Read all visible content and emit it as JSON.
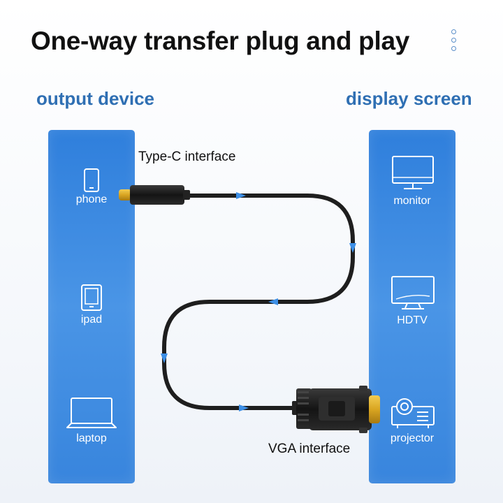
{
  "header": {
    "title": "One-way transfer plug and play"
  },
  "sections": {
    "output": {
      "title": "output device",
      "devices": [
        {
          "label": "phone",
          "icon": "phone-icon"
        },
        {
          "label": "ipad",
          "icon": "tablet-icon"
        },
        {
          "label": "laptop",
          "icon": "laptop-icon"
        }
      ]
    },
    "display": {
      "title": "display screen",
      "devices": [
        {
          "label": "monitor",
          "icon": "monitor-icon"
        },
        {
          "label": "HDTV",
          "icon": "tv-icon"
        },
        {
          "label": "projector",
          "icon": "projector-icon"
        }
      ]
    }
  },
  "cable": {
    "type_c_label": "Type-C interface",
    "vga_label": "VGA interface"
  },
  "colors": {
    "panel_blue": "#3a88e0",
    "section_label_blue": "#2f6fb3",
    "cable_black": "#1e1e1e",
    "arrow_blue": "#3d8fe6",
    "connector_gold": "#d9a521"
  }
}
